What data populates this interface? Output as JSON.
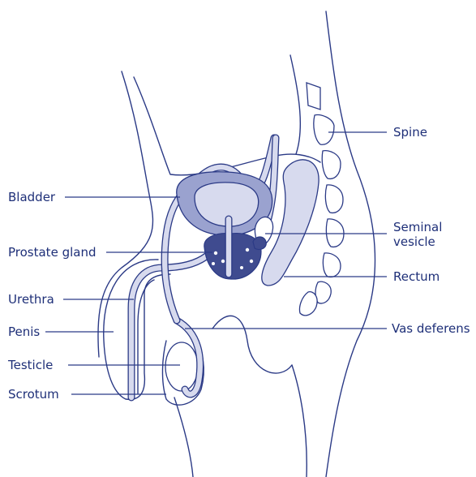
{
  "labels": {
    "spine": "Spine",
    "bladder": "Bladder",
    "seminal_vesicle_line1": "Seminal",
    "seminal_vesicle_line2": "vesicle",
    "prostate_gland": "Prostate gland",
    "rectum": "Rectum",
    "urethra": "Urethra",
    "penis": "Penis",
    "vas_deferens": "Vas deferens",
    "testicle": "Testicle",
    "scrotum": "Scrotum"
  },
  "colors": {
    "outline": "#2b3a86",
    "text": "#1e2f78",
    "light_fill": "#d7daee",
    "mid_fill": "#9aa2cf",
    "dark_fill": "#3f4b8f"
  }
}
